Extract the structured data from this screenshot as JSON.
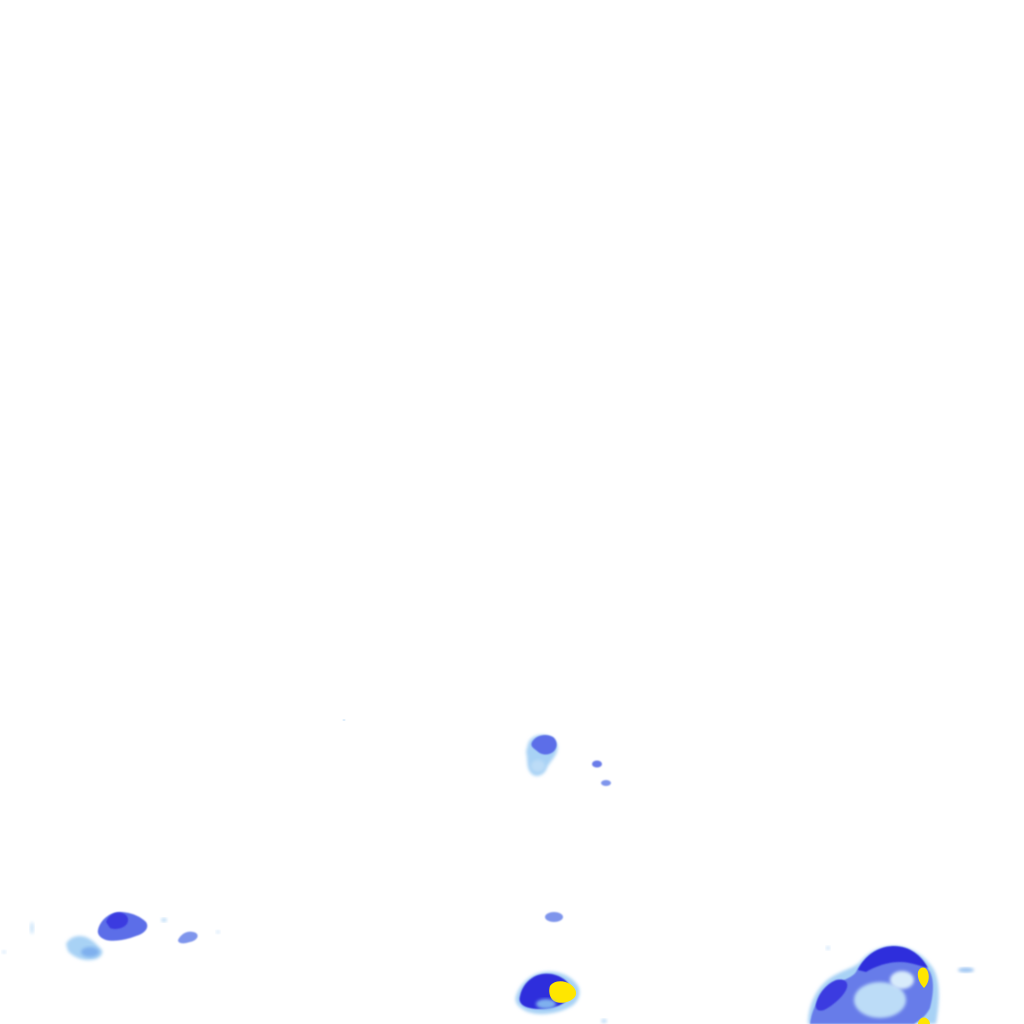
{
  "map": {
    "type": "precipitation-radar-overlay",
    "background_color": "#ffffff",
    "legend_shown": false,
    "labels_shown": false,
    "intensity_colors": {
      "light": "#a8d2f5",
      "light_moderate": "#7fb0ee",
      "moderate": "#5b6ee8",
      "heavy": "#2f2fdc",
      "very_heavy": "#1a1ad0",
      "extreme": "#ffe600"
    },
    "echo_intensities": [
      "light",
      "moderate",
      "heavy",
      "extreme"
    ]
  }
}
